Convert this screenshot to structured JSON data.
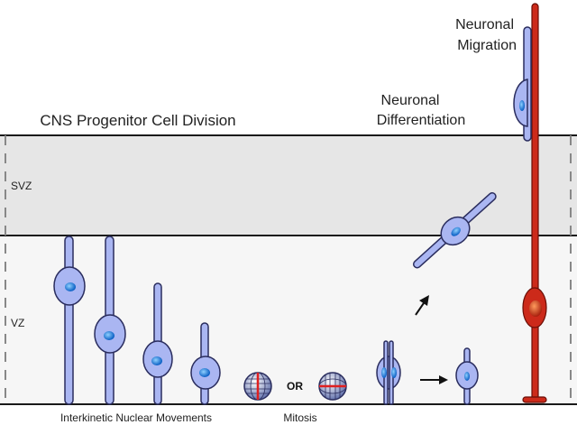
{
  "labels": {
    "progenitor_title": "CNS Progenitor Cell Division",
    "differentiation_line1": "Neuronal",
    "differentiation_line2": "Differentiation",
    "migration_line1": "Neuronal",
    "migration_line2": "Migration",
    "svz": "SVZ",
    "vz": "VZ",
    "or": "OR",
    "interkinetic": "Interkinetic Nuclear Movements",
    "mitosis": "Mitosis"
  },
  "colors": {
    "cell_fill": "#aab6f2",
    "cell_stroke": "#2a2d5e",
    "nucleus": "#1e7fe0",
    "neuron_red": "#cc2a1a",
    "spindle_red": "#e02020",
    "svz_fill": "#e6e6e6",
    "vz_fill": "#f6f6f6",
    "line": "#1a1a1a"
  }
}
